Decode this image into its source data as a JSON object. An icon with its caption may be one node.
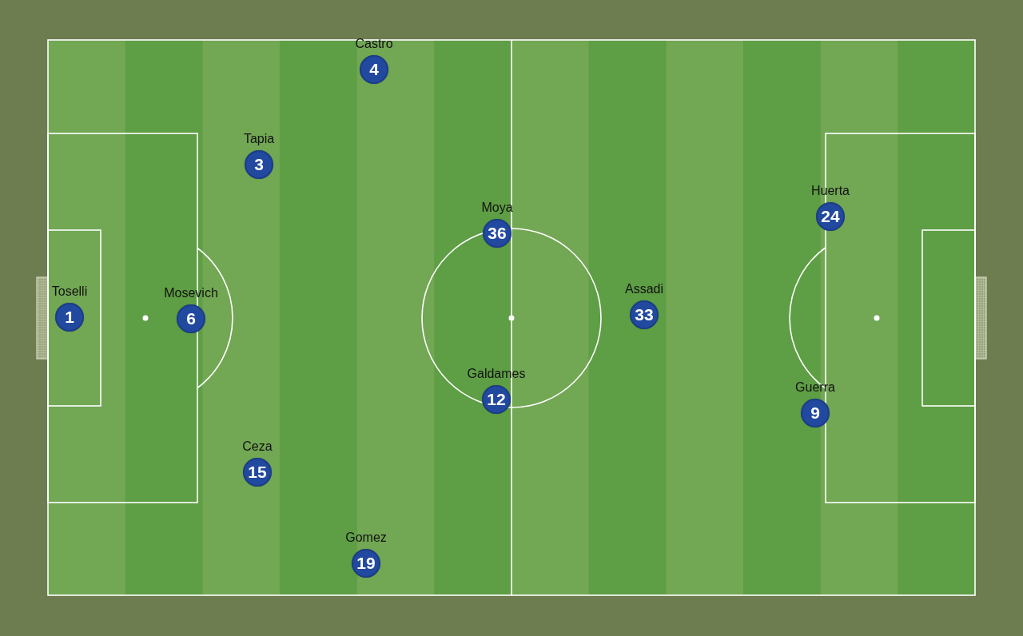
{
  "diagram": {
    "nodes": [
      {
        "text": [
          "Castro",
          "4"
        ]
      },
      {
        "text": [
          "Tapia",
          "3"
        ]
      },
      {
        "text": [
          "Huerta",
          "24"
        ]
      },
      {
        "text": [
          "Moya",
          "36"
        ]
      },
      {
        "text": [
          "Toselli",
          "1"
        ]
      },
      {
        "text": [
          "Mosevich",
          "6"
        ]
      },
      {
        "text": [
          "Assadi",
          "33"
        ]
      },
      {
        "text": [
          "Galdames",
          "12"
        ]
      },
      {
        "text": [
          "Guerra",
          "9"
        ]
      },
      {
        "text": [
          "Ceza",
          "15"
        ]
      },
      {
        "text": [
          "Gomez",
          "19"
        ]
      }
    ]
  }
}
